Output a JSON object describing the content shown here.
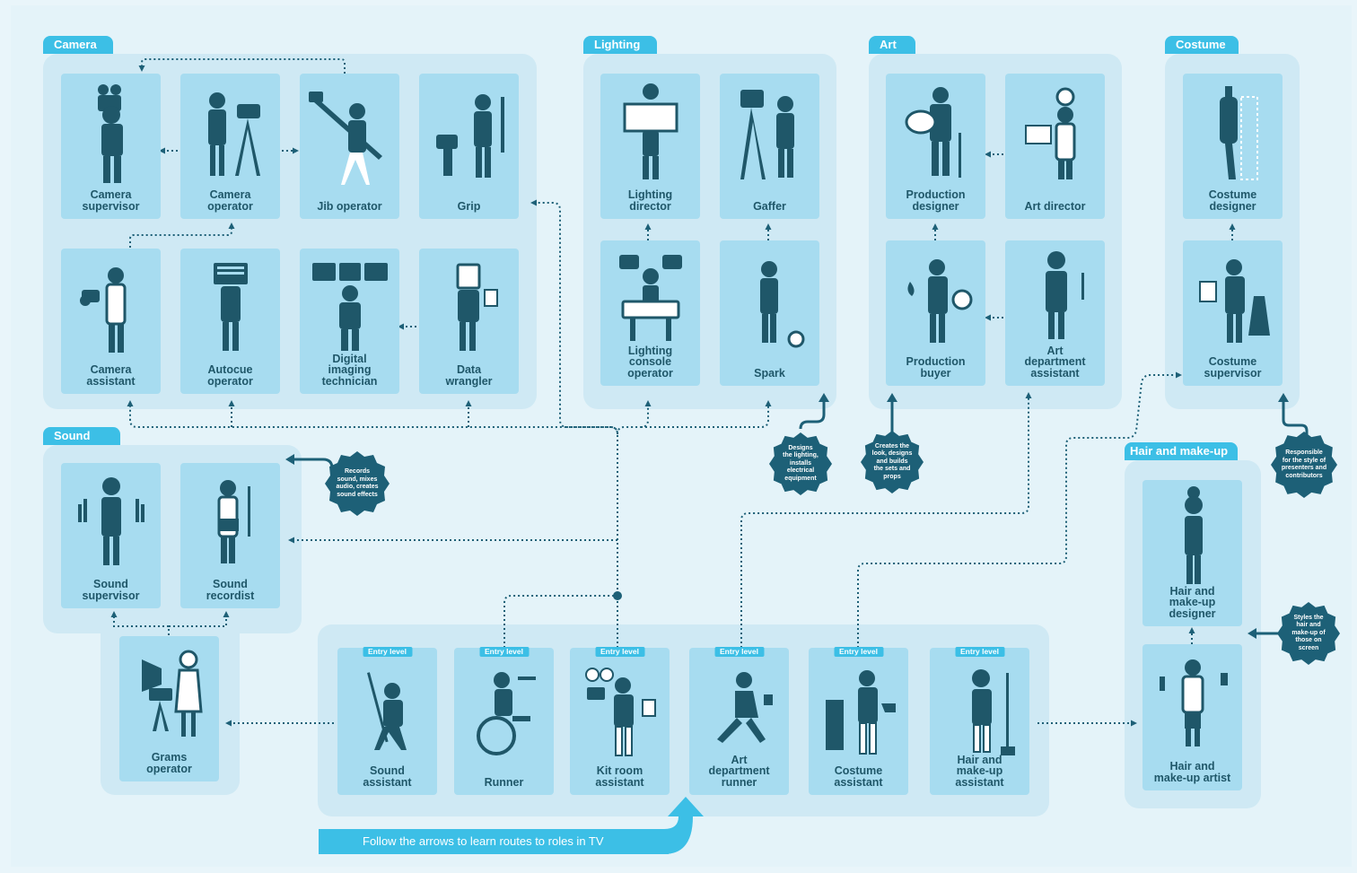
{
  "departments": {
    "camera": "Camera",
    "lighting": "Lighting",
    "art": "Art",
    "costume": "Costume",
    "sound": "Sound",
    "hair": "Hair and make-up"
  },
  "roles": {
    "camera_supervisor": "Camera\nsupervisor",
    "camera_operator": "Camera\noperator",
    "jib_operator": "Jib operator",
    "grip": "Grip",
    "camera_assistant": "Camera\nassistant",
    "autocue_operator": "Autocue\noperator",
    "dit": "Digital\nimaging\ntechnician",
    "data_wrangler": "Data\nwrangler",
    "lighting_director": "Lighting\ndirector",
    "gaffer": "Gaffer",
    "lighting_console": "Lighting\nconsole\noperator",
    "spark": "Spark",
    "production_designer": "Production\ndesigner",
    "art_director": "Art director",
    "production_buyer": "Production\nbuyer",
    "art_dept_assistant": "Art\ndepartment\nassistant",
    "costume_designer": "Costume\ndesigner",
    "costume_supervisor": "Costume\nsupervisor",
    "sound_supervisor": "Sound\nsupervisor",
    "sound_recordist": "Sound\nrecordist",
    "grams_operator": "Grams\noperator",
    "hmu_designer": "Hair and\nmake-up\ndesigner",
    "hmu_artist": "Hair and\nmake-up artist",
    "sound_assistant": "Sound\nassistant",
    "runner": "Runner",
    "kit_room_assistant": "Kit room\nassistant",
    "art_dept_runner": "Art\ndepartment\nrunner",
    "costume_assistant": "Costume\nassistant",
    "hmu_assistant": "Hair and\nmake-up\nassistant"
  },
  "entry_label": "Entry level",
  "notes": {
    "sound": "Records\nsound, mixes\naudio, creates\nsound effects",
    "lighting": "Designs\nthe lighting,\ninstalls\nelectrical\nequipment",
    "art": "Creates the\nlook, designs\nand builds\nthe sets and\nprops",
    "costume": "Responsible\nfor the style of\npresenters and\ncontributors",
    "hair": "Styles the\nhair and\nmake-up of\nthose on\nscreen"
  },
  "banner": "Follow the arrows to learn routes to roles in TV",
  "colors": {
    "accent": "#3cbfe6",
    "card": "#a7dcf0",
    "panel": "#cfe9f4",
    "ink": "#1f5769",
    "badge": "#1d6077"
  }
}
